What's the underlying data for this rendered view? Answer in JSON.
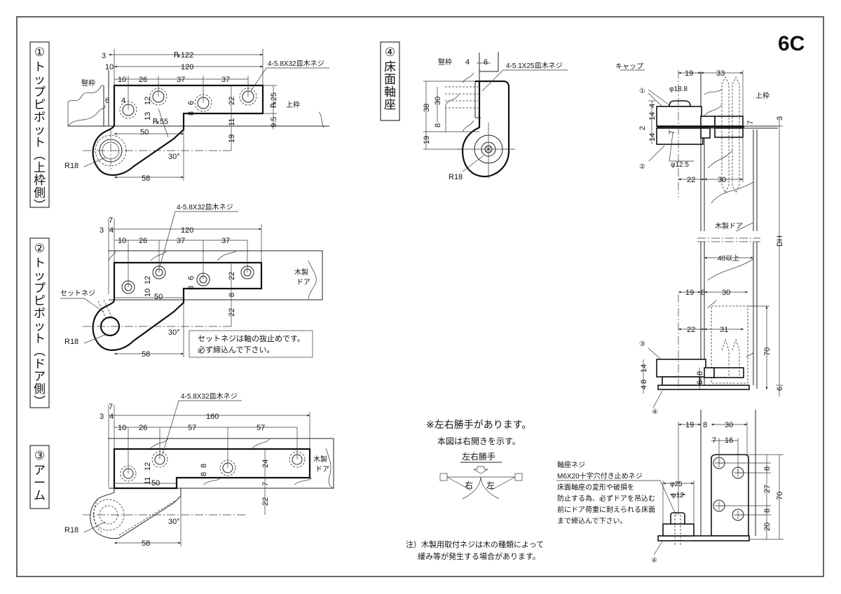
{
  "sheet": {
    "page_code": "6C"
  },
  "sections": [
    {
      "id": "1",
      "number": "①",
      "title_chars": [
        "ト",
        "ッ",
        "プ",
        "ピ",
        "ボ",
        "ッ",
        "ト",
        "︵",
        "上",
        "枠",
        "側",
        "︶"
      ],
      "title": "トップピボット（上枠側）",
      "screw_spec": "4-5.8X32皿木ネジ",
      "labels": {
        "frame_vertical": "竪枠",
        "frame_top": "上枠",
        "radius": "R18",
        "angle": "30°"
      },
      "dims": {
        "d3": "3",
        "d10a": "10",
        "p122": "℞122",
        "d120": "120",
        "d10": "10",
        "d26": "26",
        "d37a": "37",
        "d37b": "37",
        "d6": "6",
        "d4": "4",
        "d12": "12",
        "d13": "13",
        "p55": "℞55",
        "d8": "8",
        "d6b": "6",
        "d22": "22",
        "d11": "11",
        "d19": "19",
        "p25": "℞25",
        "d95": "9.5",
        "d50": "50",
        "d58": "58"
      }
    },
    {
      "id": "2",
      "number": "②",
      "title_chars": [
        "ト",
        "ッ",
        "プ",
        "ピ",
        "ボ",
        "ッ",
        "ト",
        "︵",
        "ド",
        "ア",
        "側",
        "︶"
      ],
      "title": "トップピボット（ドア側）",
      "screw_spec": "4-5.8X32皿木ネジ",
      "labels": {
        "set_screw": "セットネジ",
        "door": "木製",
        "door2": "ドア",
        "radius": "R18",
        "angle": "30°"
      },
      "note_lines": [
        "セットネジは軸の抜止めです。",
        "必ず締込んで下さい。"
      ],
      "dims": {
        "d7": "7",
        "d3": "3",
        "d4": "4",
        "d120": "120",
        "d10": "10",
        "d26": "26",
        "d37a": "37",
        "d37b": "37",
        "d12": "12",
        "d10b": "10",
        "d8": "8",
        "d6": "6",
        "d50": "50",
        "d22a": "22",
        "d8b": "8",
        "d22b": "22",
        "d58": "58"
      }
    },
    {
      "id": "3",
      "number": "③",
      "title_chars": [
        "ア",
        "ー",
        "ム"
      ],
      "title": "アーム",
      "screw_spec": "4-5.8X32皿木ネジ",
      "labels": {
        "door": "木製",
        "door2": "ドア",
        "radius": "R18",
        "angle": "30°"
      },
      "dims": {
        "d7": "7",
        "d3": "3",
        "d4": "4",
        "d160": "160",
        "d10": "10",
        "d26": "26",
        "d57a": "57",
        "d57b": "57",
        "d12": "12",
        "d11": "11",
        "d8a": "8",
        "d8b": "8",
        "d50": "50",
        "d24": "24",
        "d7b": "7",
        "d22": "22",
        "d58": "58"
      }
    },
    {
      "id": "4",
      "number": "④",
      "title_chars": [
        "床",
        "面",
        "軸",
        "座"
      ],
      "title": "床面軸座",
      "screw_spec": "4-5.1X25皿木ネジ",
      "labels": {
        "frame_vertical": "竪枠",
        "radius": "R18"
      },
      "dims": {
        "d4": "4",
        "d6": "6",
        "d38": "38",
        "d30": "30",
        "d8": "8",
        "d19": "19"
      }
    }
  ],
  "hand_note": {
    "line1": "※左右勝手があります。",
    "line2": "本図は右開きを示す。",
    "heading": "左右勝手",
    "right": "右",
    "left": "左"
  },
  "footnote": {
    "line1": "注）木製用取付ネジは木の種類によって",
    "line2": "緩み等が発生する場合があります。"
  },
  "elevation": {
    "labels": {
      "cap": "キャップ",
      "c1": "①",
      "c2": "②",
      "c3": "③",
      "c4a": "④",
      "c4b": "④",
      "top_frame": "上枠",
      "door": "木製ドア",
      "dh": "DH",
      "min40": "40以上",
      "phi188": "φ18.8",
      "phi125": "φ12.5"
    },
    "dims": {
      "t19": "19",
      "t33": "33",
      "t4": "4",
      "t14a": "14",
      "t2": "2",
      "t14b": "14",
      "t7": "7",
      "t7b": "7",
      "t3": "3",
      "t22": "22",
      "t30": "30",
      "b19": "19",
      "b8": "8",
      "b30": "30",
      "b22": "22",
      "b31": "31",
      "b70": "70",
      "b14": "14",
      "b4": "4",
      "b8b": "8",
      "b6": "6",
      "b8c": "8",
      "b6b": "6"
    }
  },
  "floor_detail": {
    "screw_title": "軸座ネジ",
    "screw_spec": "M6X20十字穴付き止めネジ",
    "note_lines": [
      "床面軸座の変形や破損を",
      "防止する為、必ずドアを吊込む",
      "前にドア荷重に耐えられる床面",
      "まで締込んで下さい。"
    ],
    "dims": {
      "f19": "19",
      "f8": "8",
      "f30": "30",
      "f7": "7",
      "f16": "16",
      "phi25": "φ25",
      "phi12": "φ12",
      "f8a": "8",
      "f27": "27",
      "f8b": "8",
      "f20": "20",
      "f70": "70"
    }
  }
}
